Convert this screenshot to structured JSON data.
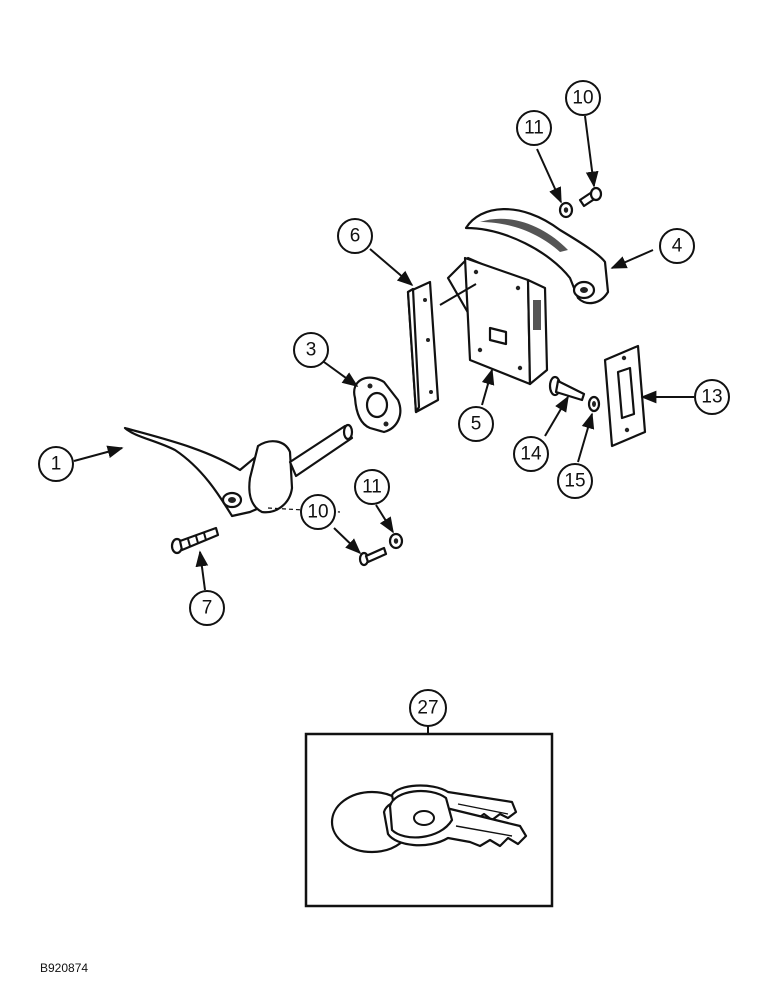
{
  "callouts": {
    "c1": "1",
    "c3": "3",
    "c4": "4",
    "c5": "5",
    "c6": "6",
    "c7": "7",
    "c10_top": "10",
    "c10_bottom": "10",
    "c11_top": "11",
    "c11_bottom": "11",
    "c13": "13",
    "c14": "14",
    "c15": "15",
    "c27": "27"
  },
  "figure_id": "B920874"
}
